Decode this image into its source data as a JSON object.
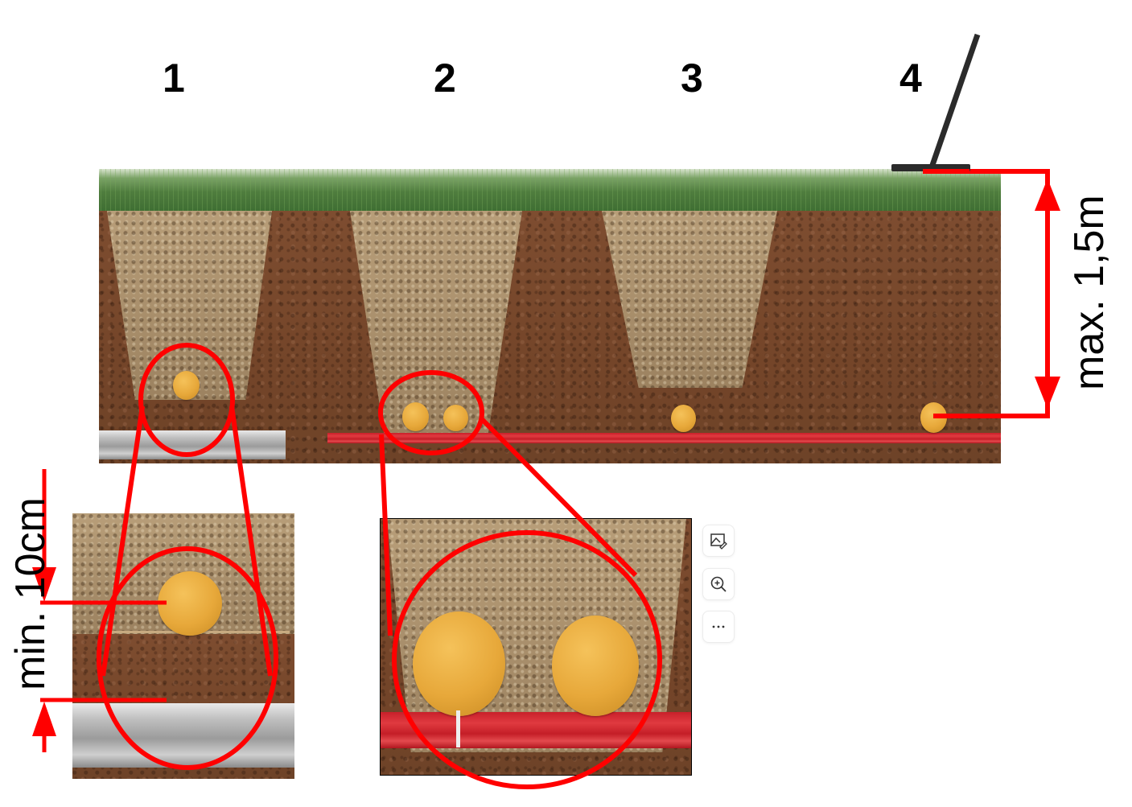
{
  "diagram": {
    "title_numbers": [
      "1",
      "2",
      "3",
      "4"
    ],
    "scenarios": [
      {
        "id": "1",
        "description": "marker ball in trench fill above grey pipe"
      },
      {
        "id": "2",
        "description": "two marker balls in trench fill on red pipe/cable"
      },
      {
        "id": "3",
        "description": "marker ball on red pipe beside backfilled trench"
      },
      {
        "id": "4",
        "description": "marker ball on red pipe detected by locator at surface"
      }
    ],
    "labels": {
      "max_depth": "max. 1,5m",
      "min_distance": "min. 10cm"
    },
    "colors": {
      "annotation_red": "#ff0000",
      "marker_ball": "#e7a83a",
      "pipe_red": "#d0242c",
      "pipe_grey": "#b5b5b5",
      "soil": "#7a4a2f",
      "grass": "#4f7d3e",
      "locator": "#2b2b2b"
    }
  },
  "toolbar": {
    "buttons": [
      {
        "name": "edit-image",
        "icon": "image-edit-icon"
      },
      {
        "name": "zoom-in",
        "icon": "zoom-in-icon"
      },
      {
        "name": "more-options",
        "icon": "ellipsis-icon"
      }
    ]
  }
}
